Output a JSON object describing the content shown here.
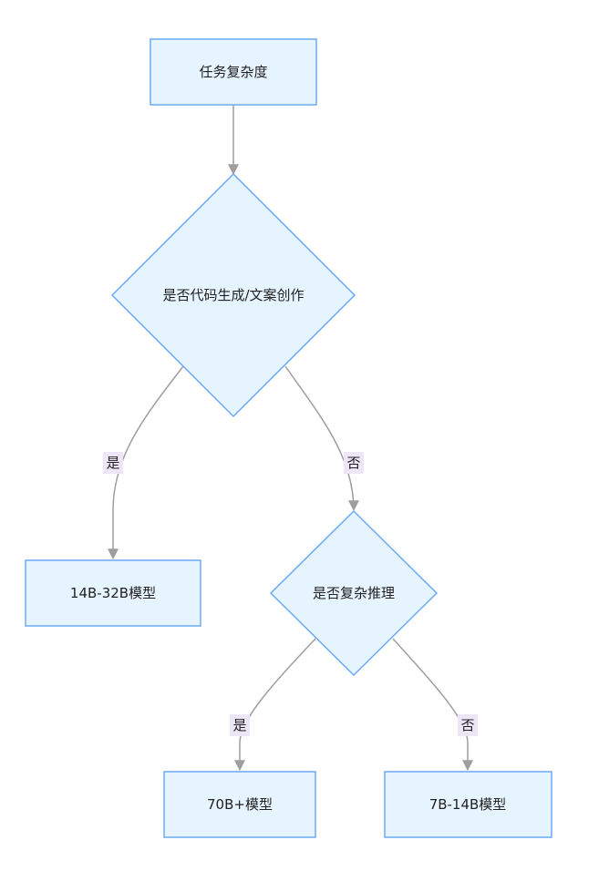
{
  "diagram": {
    "nodes": {
      "task_complexity": {
        "label": "任务复杂度"
      },
      "is_codegen": {
        "label": "是否代码生成/文案创作"
      },
      "model_14b_32b": {
        "label": "14B-32B模型"
      },
      "is_complex_reasoning": {
        "label": "是否复杂推理"
      },
      "model_70b_plus": {
        "label": "70B+模型"
      },
      "model_7b_14b": {
        "label": "7B-14B模型"
      }
    },
    "edges": {
      "codegen_yes": {
        "label": "是"
      },
      "codegen_no": {
        "label": "否"
      },
      "reasoning_yes": {
        "label": "是"
      },
      "reasoning_no": {
        "label": "否"
      }
    },
    "colors": {
      "node_fill": "#e6f4ff",
      "node_stroke": "#6aa9f7",
      "edge": "#9e9e9e",
      "edge_label_bg": "#ece6f7"
    }
  }
}
